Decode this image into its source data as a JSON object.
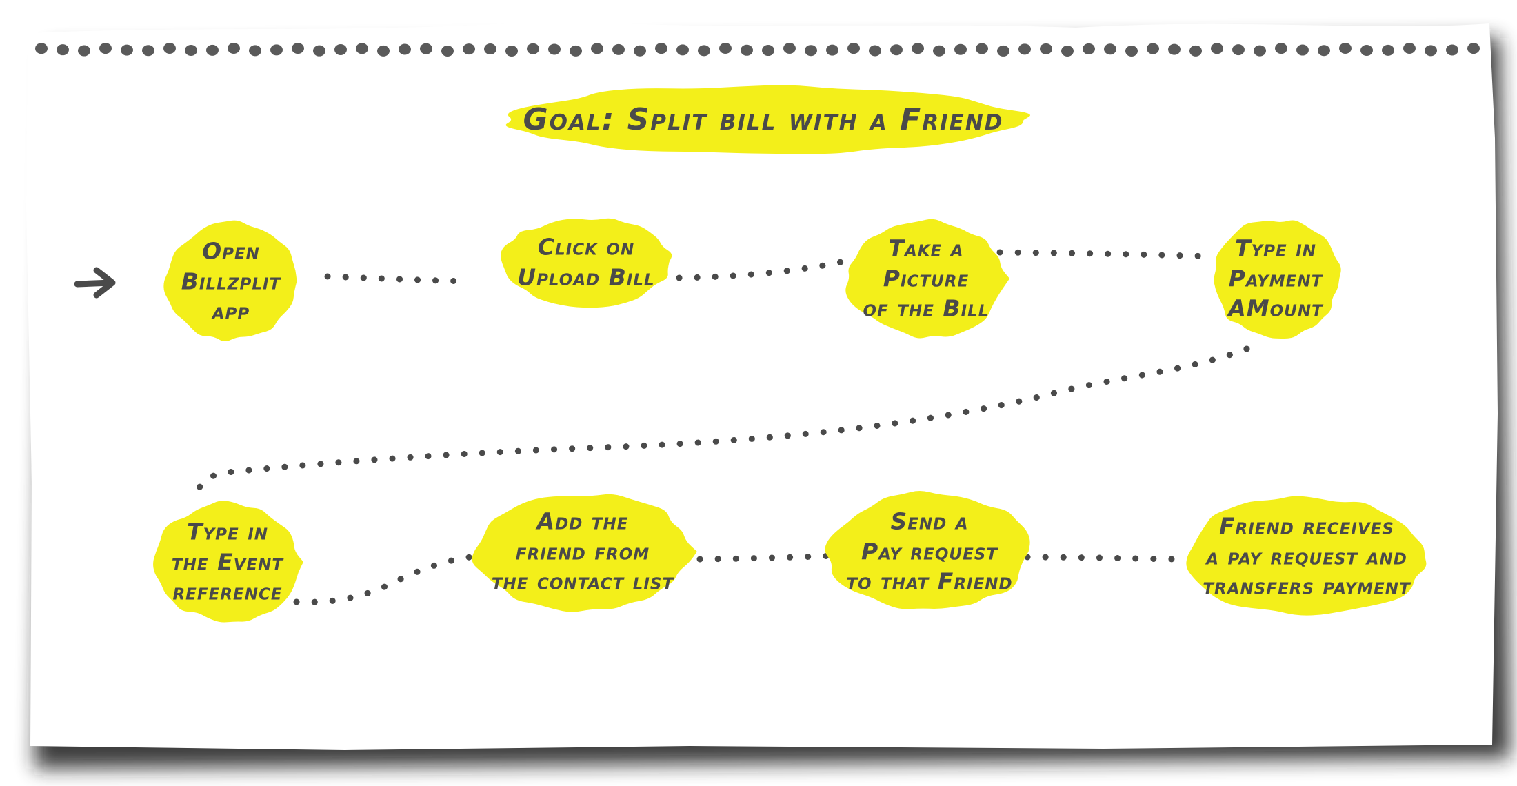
{
  "diagram": {
    "title": "Goal: Split bill with a Friend",
    "colors": {
      "highlight": "#f3ef1a",
      "ink": "#4a4a4a",
      "paper": "#ffffff",
      "shadow": "#1a1a1a"
    },
    "steps": [
      {
        "id": "open-app",
        "label": "Open\nBillzplit\napp"
      },
      {
        "id": "click-upload",
        "label": "Click on\nUpload Bill"
      },
      {
        "id": "take-picture",
        "label": "Take a\nPicture\nof the Bill"
      },
      {
        "id": "type-amount",
        "label": "Type in\nPayment\nAMount"
      },
      {
        "id": "type-event",
        "label": "Type in\nthe Event\nreference"
      },
      {
        "id": "add-friend",
        "label": "Add the\nfriend from\nthe contact list"
      },
      {
        "id": "send-request",
        "label": "Send a\nPay request\nto that Friend"
      },
      {
        "id": "friend-receives",
        "label": "Friend receives\na pay request and\ntransfers payment"
      }
    ],
    "connections": [
      [
        "open-app",
        "click-upload"
      ],
      [
        "click-upload",
        "take-picture"
      ],
      [
        "take-picture",
        "type-amount"
      ],
      [
        "type-amount",
        "type-event"
      ],
      [
        "type-event",
        "add-friend"
      ],
      [
        "add-friend",
        "send-request"
      ],
      [
        "send-request",
        "friend-receives"
      ]
    ],
    "start_icon": "arrow-right-icon"
  }
}
